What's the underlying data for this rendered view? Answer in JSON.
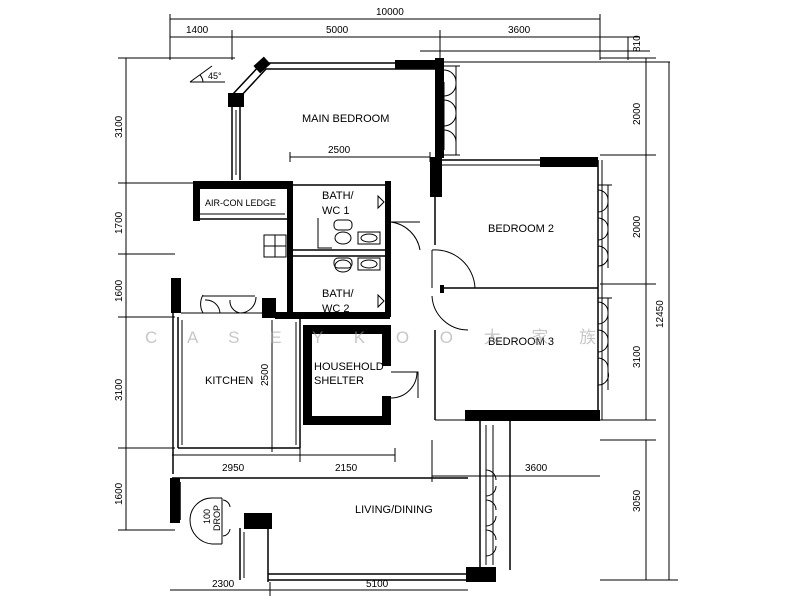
{
  "dimensions": {
    "top_total": "10000",
    "top_segments": [
      "1400",
      "5000",
      "3600"
    ],
    "top_right_offset": "810",
    "left_column": [
      "3100",
      "1700",
      "1600",
      "3100",
      "1600"
    ],
    "right_upper": [
      "2000",
      "2000",
      "3100"
    ],
    "right_total": "12450",
    "right_lower": "3050",
    "main_bedroom_width": "2500",
    "kitchen_height": "2500",
    "lower_segments": [
      "2950",
      "2150"
    ],
    "bedroom3_width": "3600",
    "bottom_segments": [
      "2300",
      "5100"
    ]
  },
  "angle_label": "45°",
  "rooms": {
    "main_bedroom": "MAIN BEDROOM",
    "aircon_ledge": "AIR-CON LEDGE",
    "bath1": [
      "BATH/",
      "WC  1"
    ],
    "bath2": [
      "BATH/",
      "WC  2"
    ],
    "bedroom2": "BEDROOM  2",
    "bedroom3": "BEDROOM  3",
    "kitchen": "KITCHEN",
    "household_shelter": [
      "HOUSEHOLD",
      "SHELTER"
    ],
    "living_dining": "LIVING/DINING",
    "drop": [
      "100",
      "DROP"
    ]
  },
  "watermark": "C A S E Y   K O O   大 家 族"
}
